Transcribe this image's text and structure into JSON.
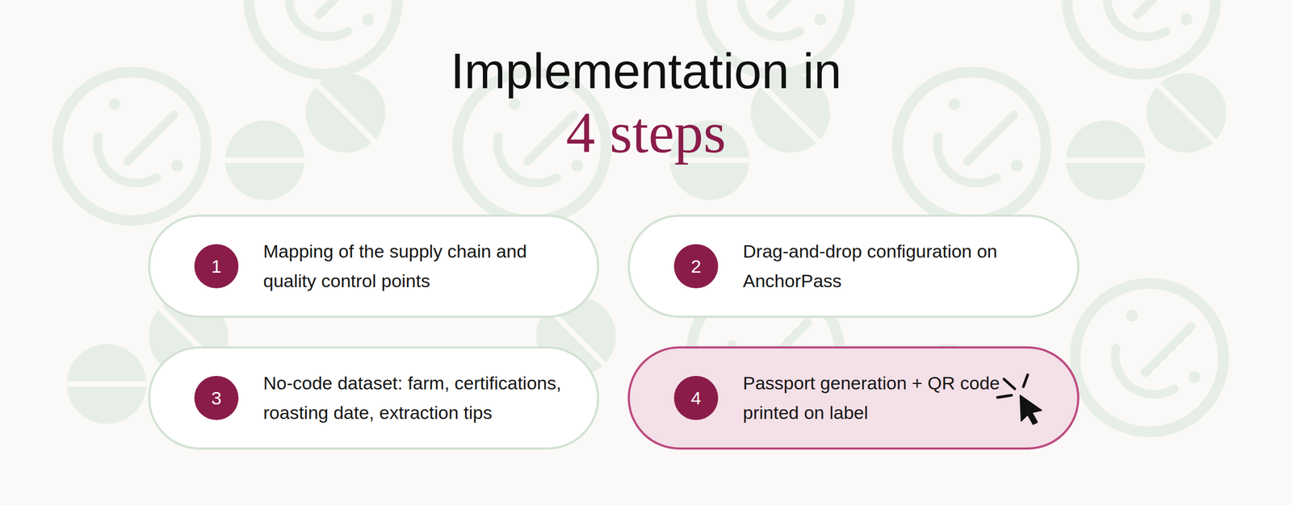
{
  "diagram": {
    "title": "Implementation in",
    "nodes": [
      {
        "text": [
          "Mapping of the supply chain and quality control points"
        ]
      },
      {
        "text": [
          "1"
        ],
        "in": 0
      },
      {
        "text": [
          "Drag-and-drop configuration on AnchorPass"
        ]
      },
      {
        "text": [
          "2"
        ],
        "in": 2
      },
      {
        "text": [
          "No-code dataset: farm, certifications, roasting date, extraction tips"
        ]
      },
      {
        "text": [
          "3"
        ],
        "in": 4
      },
      {
        "text": [
          "Passport generation + QR code printed on label"
        ]
      },
      {
        "text": [
          "4"
        ],
        "in": 6
      }
    ],
    "labels": [
      "4 steps"
    ]
  }
}
